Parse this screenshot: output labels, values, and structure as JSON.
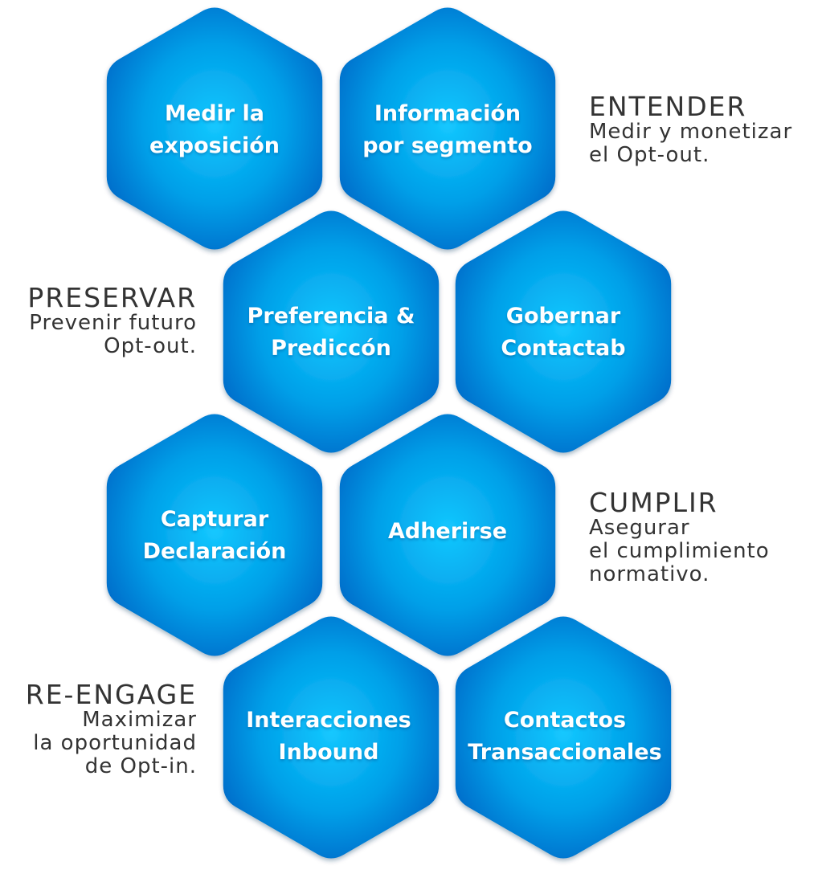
{
  "hexagons": [
    {
      "lines": [
        "Medir la",
        "exposición"
      ]
    },
    {
      "lines": [
        "Información",
        "por segmento"
      ]
    },
    {
      "lines": [
        "Preferencia &",
        "Prediccón"
      ]
    },
    {
      "lines": [
        "Gobernar",
        "Contactab"
      ]
    },
    {
      "lines": [
        "Capturar",
        "Declaración"
      ]
    },
    {
      "lines": [
        "Adherirse"
      ]
    },
    {
      "lines": [
        "Interacciones",
        "Inbound"
      ]
    },
    {
      "lines": [
        "Contactos",
        "Transaccionales"
      ]
    }
  ],
  "sections": [
    {
      "title": "ENTENDER",
      "lines": [
        "Medir y monetizar",
        "el Opt-out."
      ],
      "side": "right"
    },
    {
      "title": "PRESERVAR",
      "lines": [
        "Prevenir futuro",
        "Opt-out."
      ],
      "side": "left"
    },
    {
      "title": "CUMPLIR",
      "lines": [
        "Asegurar",
        "el cumplimiento",
        "normativo."
      ],
      "side": "right"
    },
    {
      "title": "RE-ENGAGE",
      "lines": [
        "Maximizar",
        "la oportunidad",
        "de Opt-in."
      ],
      "side": "left"
    }
  ],
  "colors": {
    "hex_light": "#14c8ff",
    "hex_mid": "#009fe8",
    "hex_dark": "#0066c6",
    "text": "#333333"
  }
}
